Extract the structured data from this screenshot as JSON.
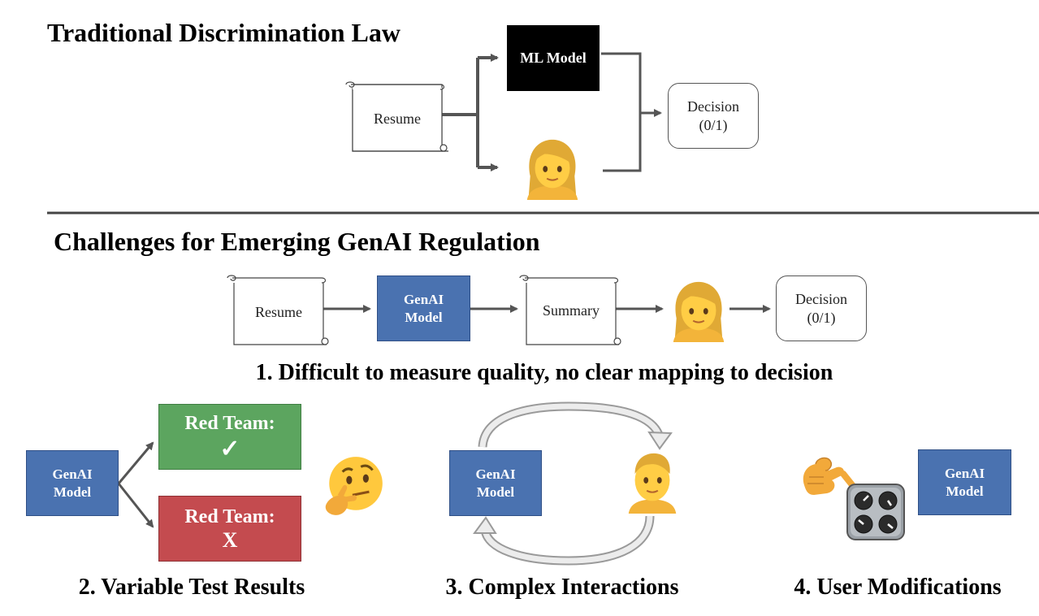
{
  "top_section": {
    "title": "Traditional Discrimination Law",
    "resume_label": "Resume",
    "ml_model_label": "ML Model",
    "decision_line1": "Decision",
    "decision_line2": "(0/1)"
  },
  "bottom_section": {
    "title": "Challenges for Emerging GenAI Regulation",
    "pipeline": {
      "resume_label": "Resume",
      "genai_line1": "GenAI",
      "genai_line2": "Model",
      "summary_label": "Summary",
      "decision_line1": "Decision",
      "decision_line2": "(0/1)"
    },
    "challenge1_caption": "1. Difficult to measure quality, no clear mapping to decision",
    "challenge2": {
      "caption": "2. Variable Test Results",
      "genai_line1": "GenAI",
      "genai_line2": "Model",
      "pass_title": "Red Team:",
      "pass_mark": "✓",
      "fail_title": "Red Team:",
      "fail_mark": "X"
    },
    "challenge3": {
      "caption": "3. Complex Interactions",
      "genai_line1": "GenAI",
      "genai_line2": "Model"
    },
    "challenge4": {
      "caption": "4. User Modifications",
      "genai_line1": "GenAI",
      "genai_line2": "Model"
    }
  },
  "icons": [
    "scroll-icon",
    "woman-icon",
    "thinking-face-icon",
    "man-icon",
    "pinching-hand-icon",
    "control-knobs-icon",
    "cycle-arrow-icon"
  ],
  "colors": {
    "genai_blue": "#4a72b0",
    "pass_green": "#5ca55f",
    "fail_red": "#c44b4f",
    "ml_black": "#000000"
  }
}
